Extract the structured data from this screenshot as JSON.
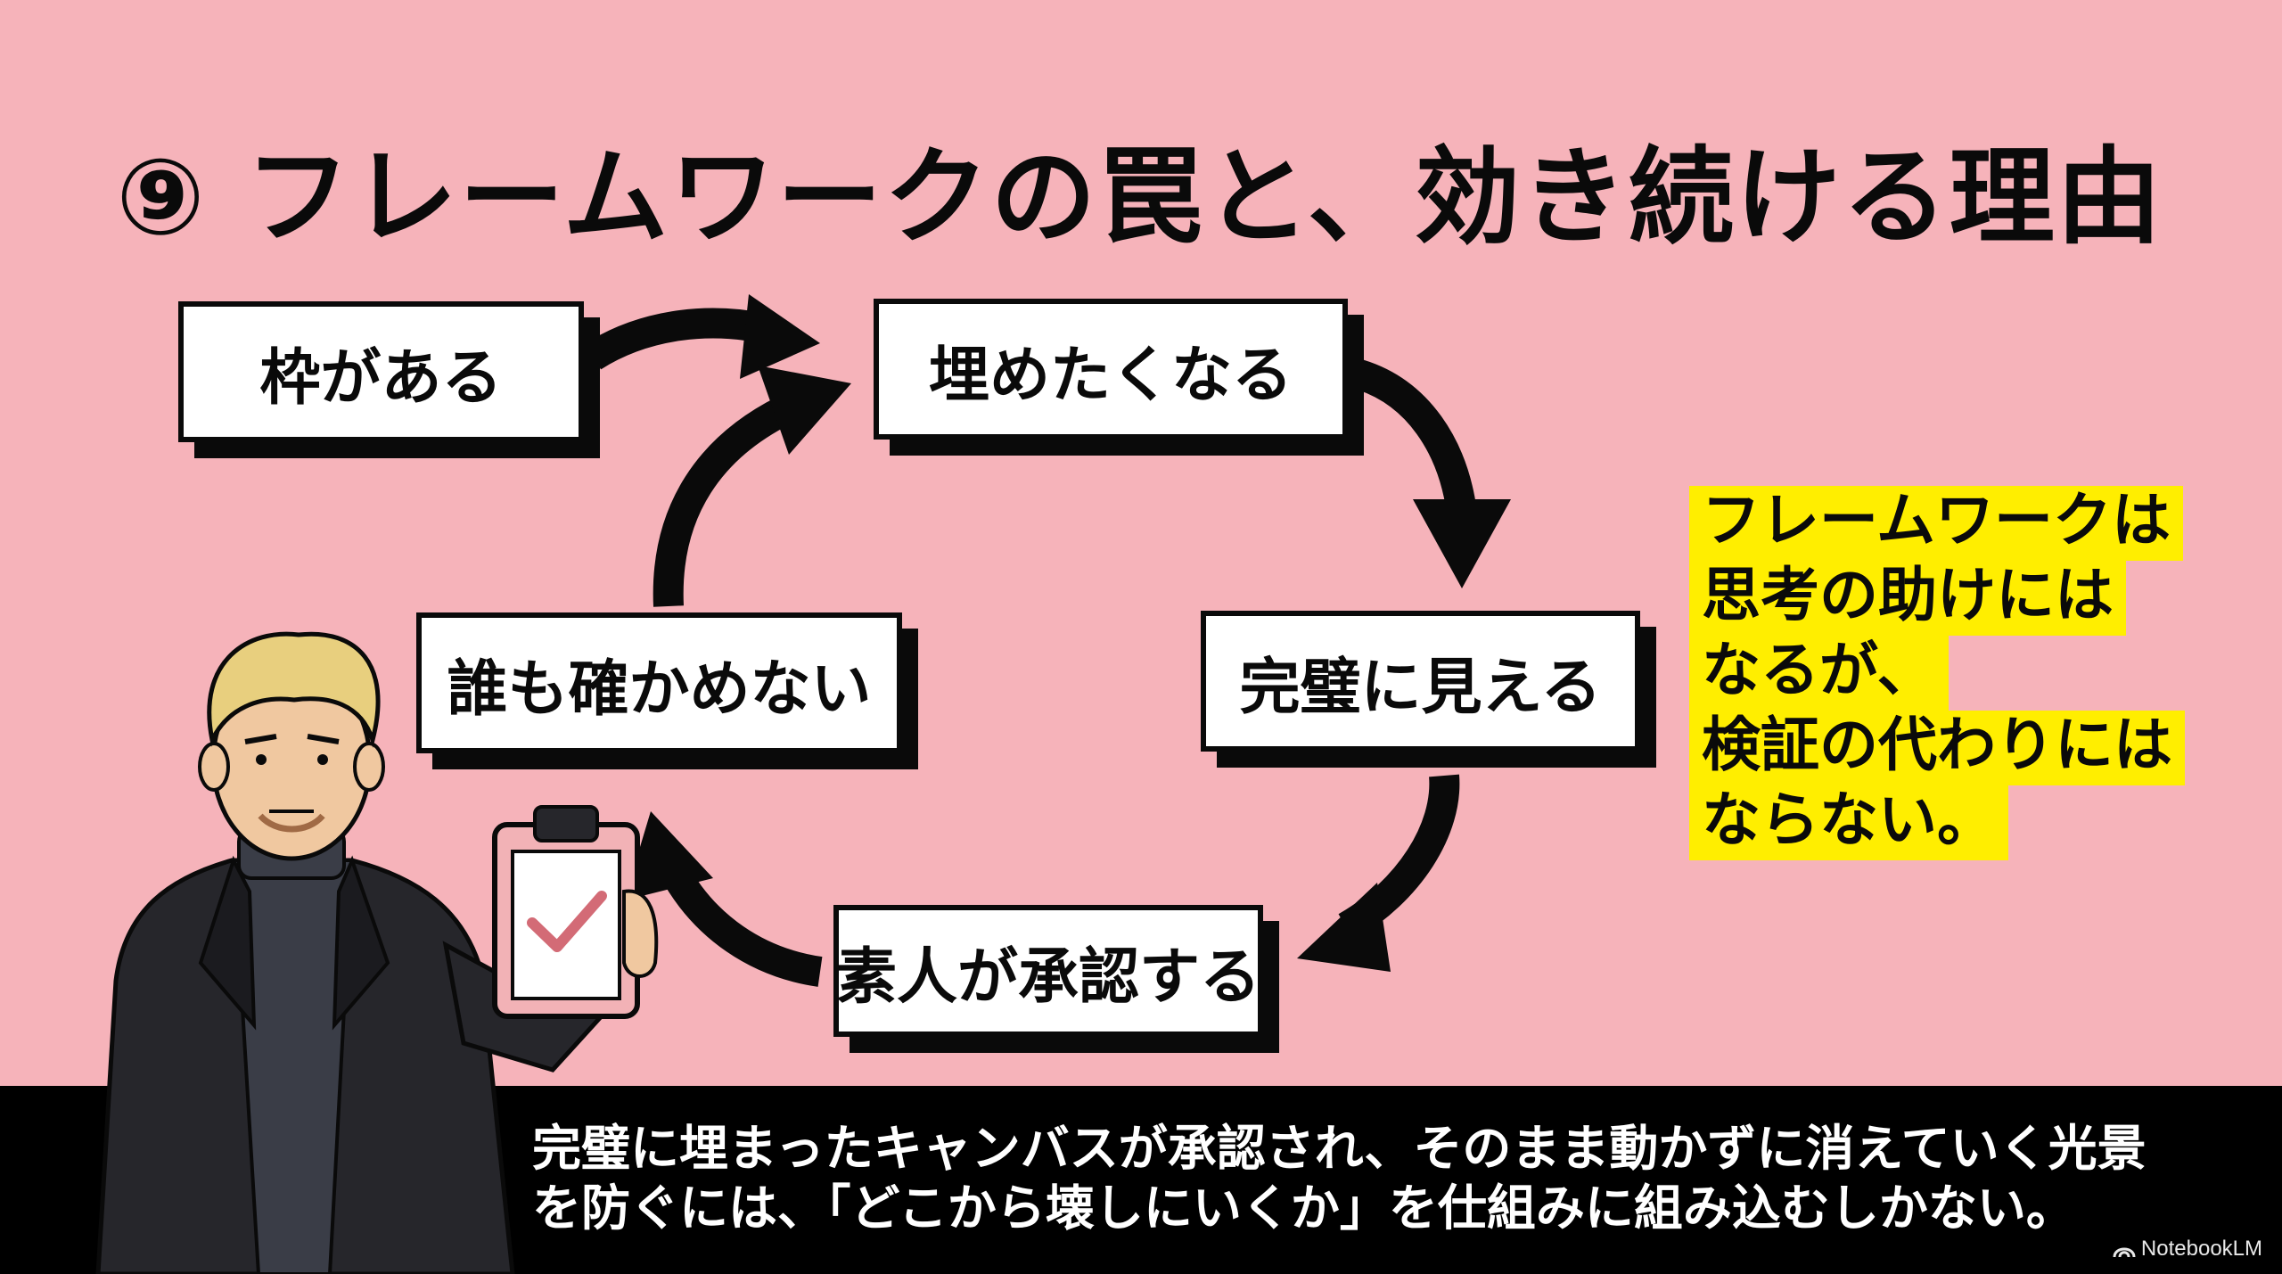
{
  "title": "⑨ フレームワークの罠と、効き続ける理由",
  "cycle": {
    "steps": [
      "枠がある",
      "埋めたくなる",
      "完璧に見える",
      "素人が承認する",
      "誰も確かめない"
    ]
  },
  "callout": {
    "lines": [
      "フレームワークは",
      "思考の助けには",
      "なるが、",
      "検証の代わりには",
      "ならない。"
    ],
    "highlight_color": "#ffee00"
  },
  "caption": {
    "line1": "完璧に埋まったキャンバスが承認され、そのまま動かずに消えていく光景",
    "line2": "を防ぐには、「どこから壊しにいくか」を仕組みに組み込むしかない。"
  },
  "watermark": {
    "label": "NotebookLM",
    "icon": "notebooklm-logo-icon"
  },
  "colors": {
    "background": "#f6b3ba",
    "box_border": "#0a0a0a",
    "caption_bar": "#000000"
  }
}
